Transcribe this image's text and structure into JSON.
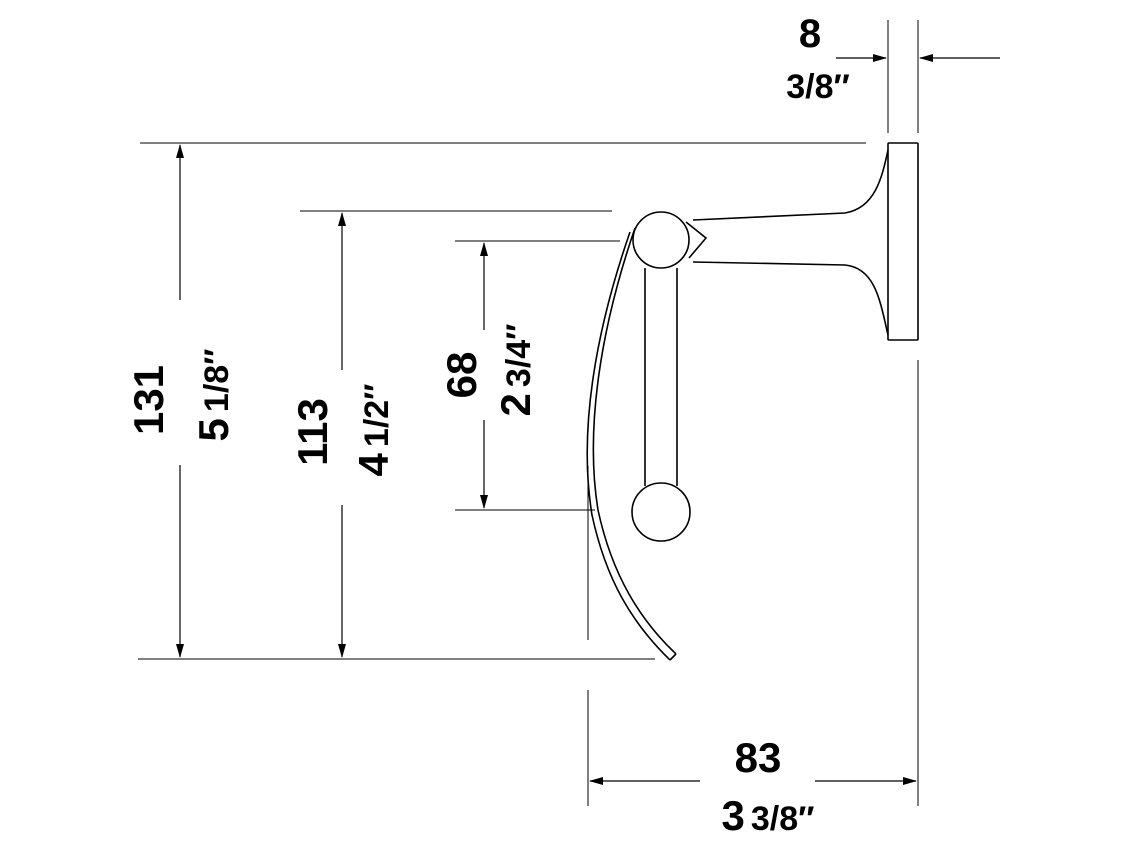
{
  "dimensions": {
    "depth": {
      "mm": "83",
      "inch_whole": "3",
      "inch_frac": "3/8″"
    },
    "plate": {
      "mm": "8",
      "inch": "3/8″"
    },
    "overall_height": {
      "mm": "131",
      "inch_whole": "5",
      "inch_frac": "1/8″"
    },
    "arm_height": {
      "mm": "113",
      "inch_whole": "4",
      "inch_frac": "1/2″"
    },
    "roll_span": {
      "mm": "68",
      "inch_whole": "2",
      "inch_frac": "3/4″"
    }
  }
}
